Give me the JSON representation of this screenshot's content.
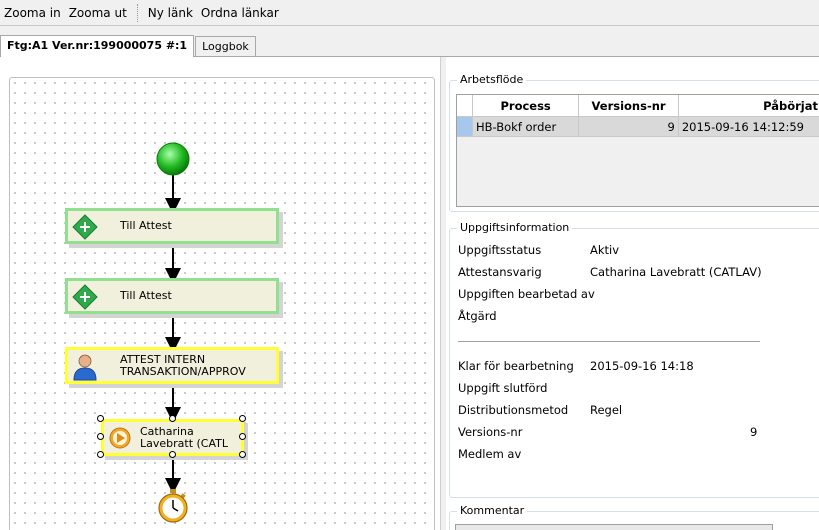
{
  "toolbar": {
    "zoom_in": "Zooma in",
    "zoom_out": "Zooma ut",
    "new_link": "Ny länk",
    "arrange_links": "Ordna länkar"
  },
  "tabs": [
    {
      "label": "Ftg:A1 Ver.nr:199000075 #:1",
      "active": true
    },
    {
      "label": "Loggbok",
      "active": false
    }
  ],
  "flow": {
    "nodes": [
      {
        "type": "start",
        "color": "#22bb22"
      },
      {
        "type": "task",
        "label": "Till Attest",
        "border": "#90e090",
        "icon": "green-diamond-icon"
      },
      {
        "type": "task",
        "label": "Till Attest",
        "border": "#90e090",
        "icon": "green-diamond-icon"
      },
      {
        "type": "task",
        "label_line1": "ATTEST INTERN",
        "label_line2": "TRANSAKTION/APPROV",
        "border": "#ffff33",
        "icon": "user-icon"
      },
      {
        "type": "task",
        "label_line1": "Catharina",
        "label_line2": "Lavebratt (CATL",
        "border": "#ffff33",
        "icon": "play-icon",
        "selected": true
      },
      {
        "type": "end",
        "icon": "stopwatch-icon"
      }
    ]
  },
  "workflow": {
    "title": "Arbetsflöde",
    "columns": [
      "Process",
      "Versions-nr",
      "Påbörjat"
    ],
    "rows": [
      {
        "process": "HB-Bokf order",
        "version": "9",
        "started": "2015-09-16 14:12:59"
      }
    ]
  },
  "task_info": {
    "title": "Uppgiftsinformation",
    "status_label": "Uppgiftsstatus",
    "status_value": "Aktiv",
    "responsible_label": "Attestansvarig",
    "responsible_value": "Catharina Lavebratt (CATLAV)",
    "processed_by_label": "Uppgiften bearbetad av",
    "action_label": "Åtgärd",
    "ready_label": "Klar för bearbetning",
    "ready_value": "2015-09-16 14:18",
    "finished_label": "Uppgift slutförd",
    "distribution_label": "Distributionsmetod",
    "distribution_value": "Regel",
    "version_label": "Versions-nr",
    "version_value": "9",
    "member_label": "Medlem av"
  },
  "comment": {
    "title": "Kommentar"
  }
}
